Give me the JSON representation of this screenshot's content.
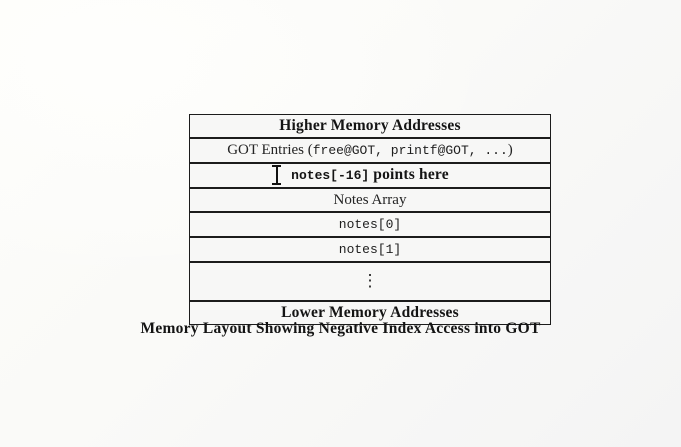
{
  "figure": {
    "caption": "Memory Layout Showing Negative Index Access into GOT",
    "table_rows": [
      {
        "id": "higher-memory-addresses",
        "style": "serif-bold",
        "text": "Higher Memory Addresses"
      },
      {
        "id": "got-entries",
        "style": "mixed",
        "prefix": "GOT Entries (",
        "mono": "free@GOT, printf@GOT, ...",
        "suffix": ")"
      },
      {
        "id": "notes-negative-index",
        "style": "mixed-bold",
        "mono": "notes[-16]",
        "suffix": " points here"
      },
      {
        "id": "notes-array",
        "style": "serif-reg",
        "text": "Notes Array"
      },
      {
        "id": "notes-0",
        "style": "mono",
        "text": "notes[0]"
      },
      {
        "id": "notes-1",
        "style": "mono",
        "text": "notes[1]"
      },
      {
        "id": "vertical-ellipsis",
        "style": "ellipsis",
        "text": "⋮"
      },
      {
        "id": "lower-memory-addresses",
        "style": "serif-bold",
        "text": "Lower Memory Addresses"
      }
    ]
  },
  "colors": {
    "page_background": "#f7f7f5",
    "table_border": "#1c1c1c",
    "row_fill": "#f7f7f6",
    "text": "#141414"
  },
  "cursor": {
    "type": "text-ibeam"
  }
}
